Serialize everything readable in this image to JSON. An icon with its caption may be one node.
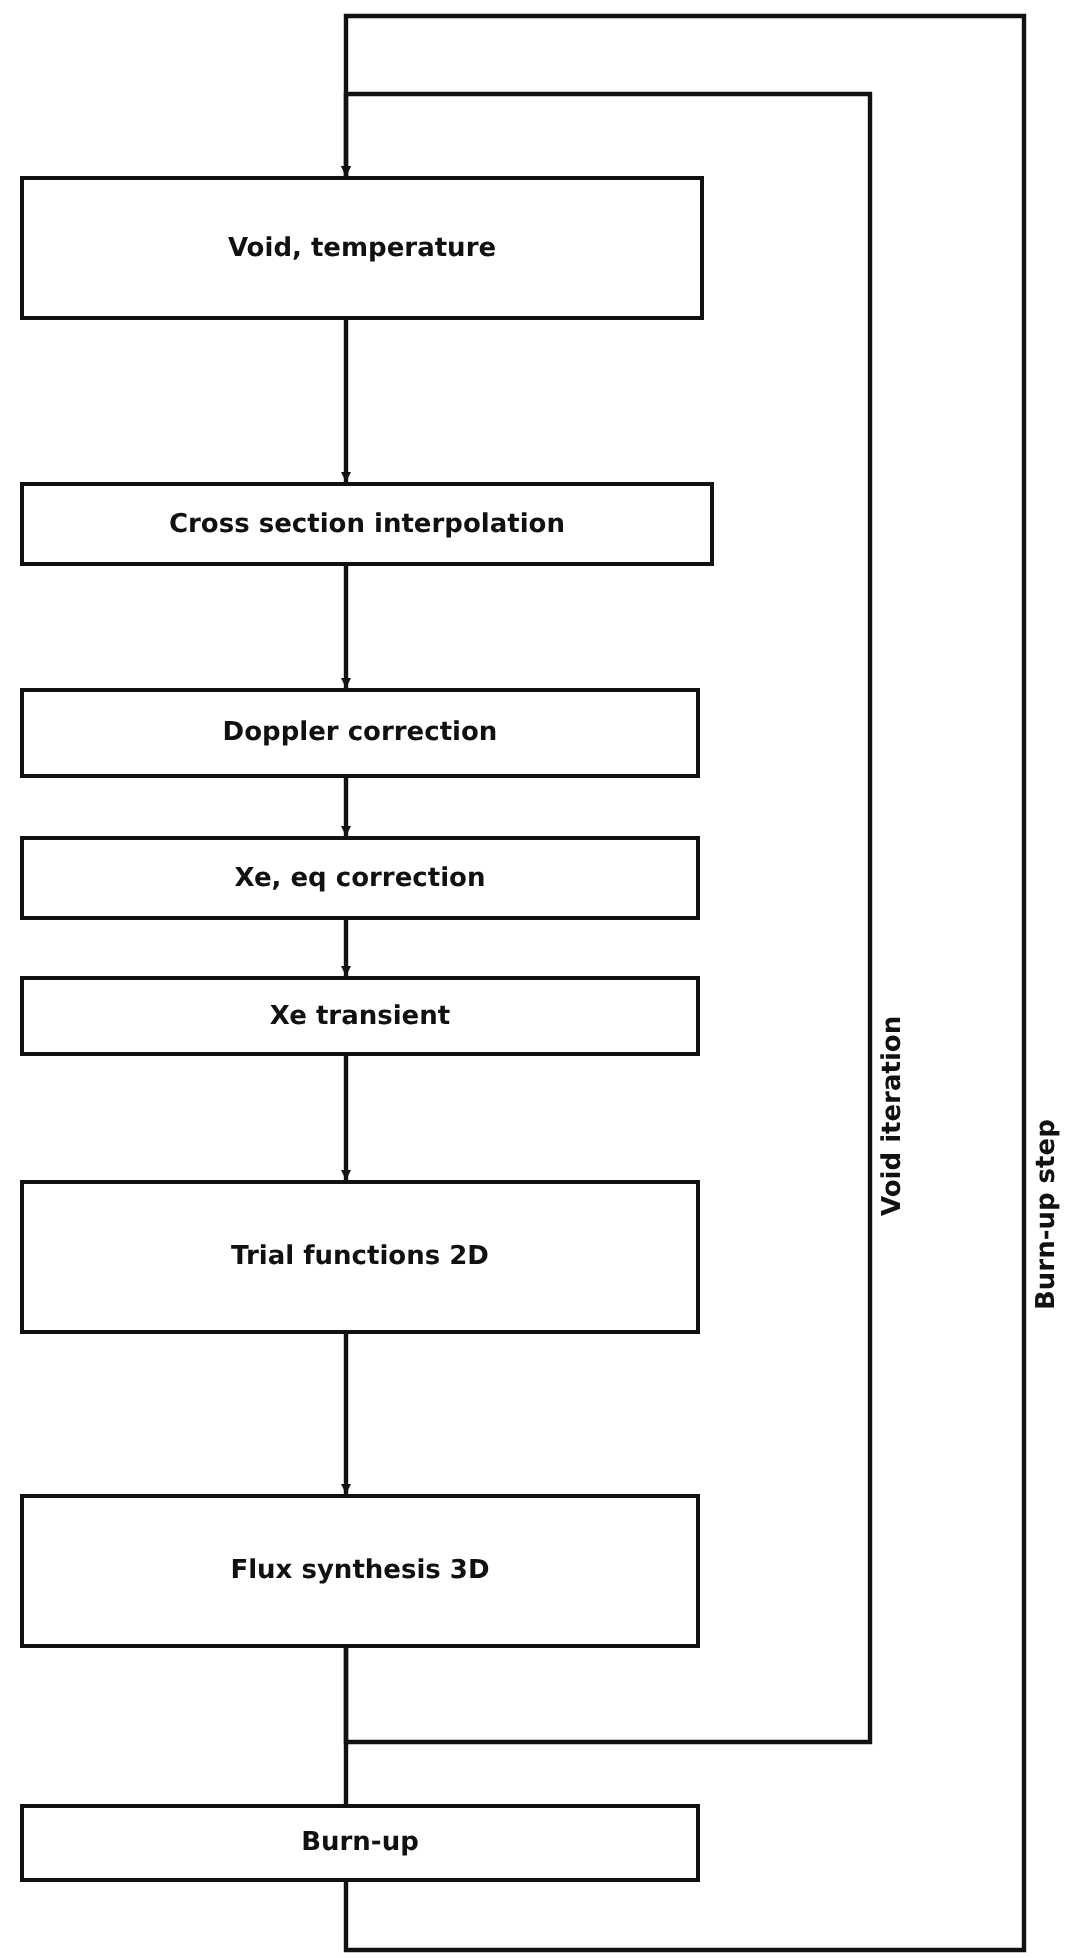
{
  "diagram": {
    "nodes": [
      {
        "text": [
          "Void, temperature"
        ]
      },
      {
        "text": [
          "Cross section interpolation"
        ]
      },
      {
        "text": [
          "Doppler correction"
        ]
      },
      {
        "text": [
          "Xe, eq correction"
        ]
      },
      {
        "text": [
          "Xe transient"
        ]
      },
      {
        "text": [
          "Trial functions 2D"
        ]
      },
      {
        "text": [
          "Flux synthesis 3D"
        ]
      },
      {
        "text": [
          "Burn-up"
        ]
      }
    ],
    "edges": [
      {
        "from": 0,
        "to": 1,
        "arrow": "to"
      },
      {
        "from": 1,
        "to": 2,
        "arrow": "to"
      },
      {
        "from": 2,
        "to": 3,
        "arrow": "to"
      },
      {
        "from": 3,
        "to": 4,
        "arrow": "to"
      },
      {
        "from": 4,
        "to": 5,
        "arrow": "to"
      },
      {
        "from": 5,
        "to": 6,
        "arrow": "to"
      },
      {
        "from": 6,
        "to": 7,
        "arrow": "none"
      },
      {
        "from": 6,
        "to": 0,
        "arrow": "to",
        "label": "Void iteration"
      },
      {
        "from": 7,
        "to": 0,
        "arrow": "to",
        "label": "Burn-up step"
      }
    ]
  }
}
